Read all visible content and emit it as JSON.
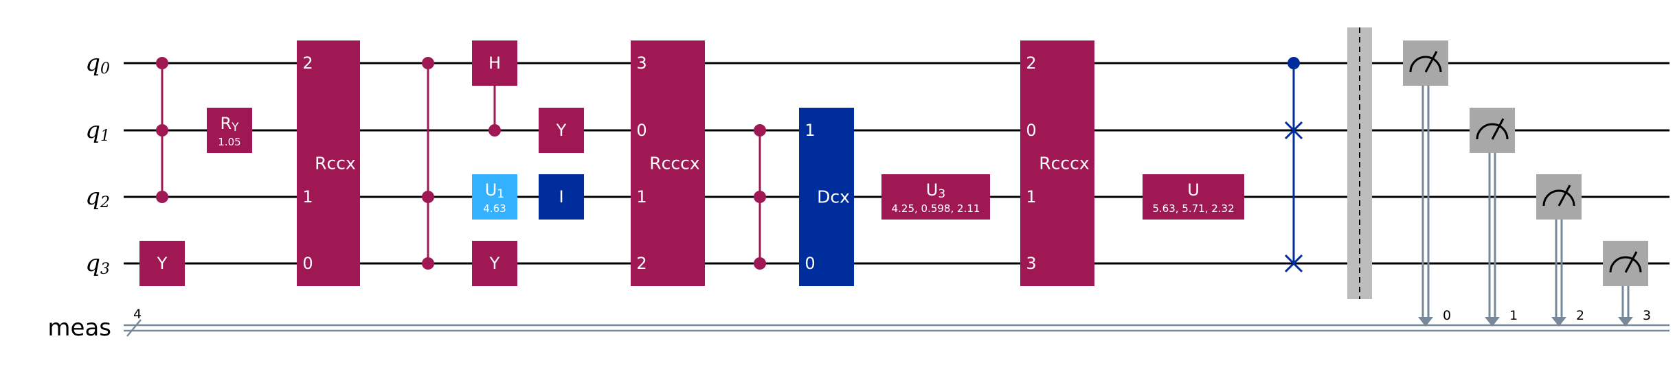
{
  "qubits": [
    {
      "name": "q",
      "index": "0"
    },
    {
      "name": "q",
      "index": "1"
    },
    {
      "name": "q",
      "index": "2"
    },
    {
      "name": "q",
      "index": "3"
    }
  ],
  "classical_register": {
    "name": "meas",
    "width": "4",
    "bits": [
      "0",
      "1",
      "2",
      "3"
    ]
  },
  "colors": {
    "two_qubit": "#9f1853",
    "clifford_pauli": "#9f1853",
    "dark_blue": "#002d9c",
    "light_blue": "#33b1ff",
    "measure": "#a8a8a8",
    "classical": "#778899",
    "barrier": "#bdbdbd"
  },
  "gates": [
    {
      "id": "ccz-1",
      "type": "control-line",
      "qubits": [
        0,
        1,
        2
      ],
      "controls": [
        0,
        1,
        2
      ],
      "color": "#9f1853"
    },
    {
      "id": "y-q3-a",
      "type": "box",
      "label": "Y",
      "qubit": 3
    },
    {
      "id": "ry-q1",
      "type": "box",
      "label": "R",
      "sub": "Y",
      "param": "1.05",
      "qubit": 1
    },
    {
      "id": "rccx-1",
      "type": "multi",
      "label": "Rccx",
      "qubits": [
        0,
        2,
        3
      ],
      "pin_labels": [
        "2",
        "1",
        "0"
      ]
    },
    {
      "id": "cccz-1",
      "type": "control-line",
      "qubits": [
        0,
        2,
        3
      ],
      "controls": [
        0,
        2,
        3
      ],
      "color": "#9f1853"
    },
    {
      "id": "ch",
      "type": "control-box",
      "label": "H",
      "target": 0,
      "control": 1
    },
    {
      "id": "u1-q2",
      "type": "box",
      "label": "U",
      "sub": "1",
      "param": "4.63",
      "qubit": 2,
      "color": "#33b1ff"
    },
    {
      "id": "y-q3-b",
      "type": "box",
      "label": "Y",
      "qubit": 3
    },
    {
      "id": "y-q1",
      "type": "box",
      "label": "Y",
      "qubit": 1
    },
    {
      "id": "i-q2",
      "type": "box",
      "label": "I",
      "qubit": 2,
      "color": "#002d9c"
    },
    {
      "id": "rcccx-1",
      "type": "multi",
      "label": "Rcccx",
      "qubits": [
        0,
        1,
        2,
        3
      ],
      "pin_labels": [
        "3",
        "0",
        "1",
        "2"
      ]
    },
    {
      "id": "ccz-2",
      "type": "control-line",
      "qubits": [
        1,
        2,
        3
      ],
      "controls": [
        1,
        2,
        3
      ],
      "color": "#9f1853"
    },
    {
      "id": "dcx",
      "type": "multi",
      "label": "Dcx",
      "qubits": [
        1,
        3
      ],
      "pin_labels": [
        "1",
        "0"
      ],
      "color": "#002d9c"
    },
    {
      "id": "u3-q2",
      "type": "box",
      "label": "U",
      "sub": "3",
      "param": "4.25, 0.598, 2.11",
      "qubit": 2
    },
    {
      "id": "rcccx-2",
      "type": "multi",
      "label": "Rcccx",
      "qubits": [
        0,
        1,
        2,
        3
      ],
      "pin_labels": [
        "2",
        "0",
        "1",
        "3"
      ]
    },
    {
      "id": "u-q2",
      "type": "box",
      "label": "U",
      "param": "5.63, 5.71, 2.32",
      "qubit": 2
    },
    {
      "id": "cswap",
      "type": "cswap",
      "control": 0,
      "targets": [
        1,
        3
      ],
      "color": "#002d9c"
    },
    {
      "id": "barrier",
      "type": "barrier"
    },
    {
      "id": "measure-0",
      "type": "measure",
      "qubit": 0,
      "bit": 0
    },
    {
      "id": "measure-1",
      "type": "measure",
      "qubit": 1,
      "bit": 1
    },
    {
      "id": "measure-2",
      "type": "measure",
      "qubit": 2,
      "bit": 2
    },
    {
      "id": "measure-3",
      "type": "measure",
      "qubit": 3,
      "bit": 3
    }
  ]
}
